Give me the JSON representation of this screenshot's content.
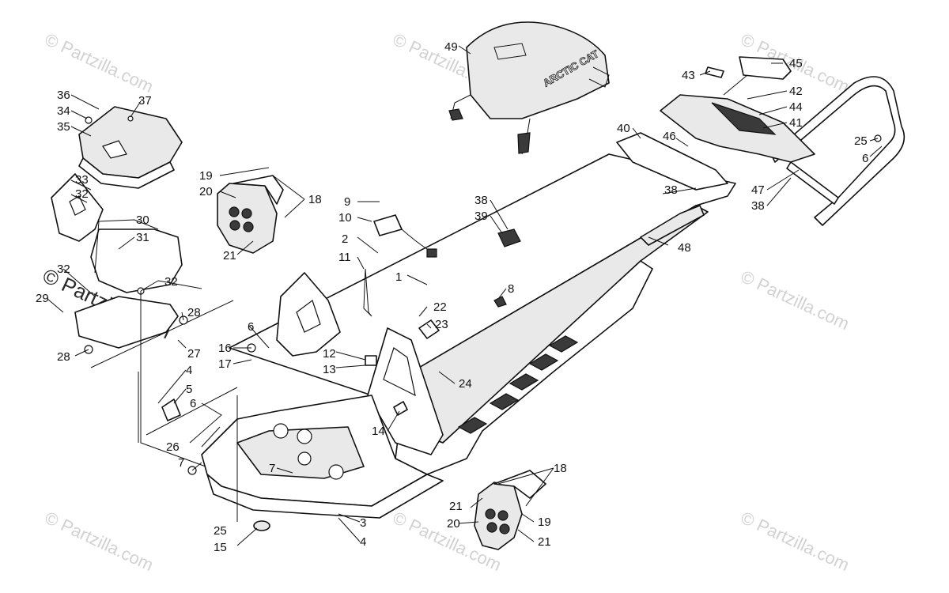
{
  "watermark": {
    "text": "© Partzilla.com",
    "center_text": "© Partzilla.com"
  },
  "seat_logo_text": "ARCTIC CAT",
  "callouts": [
    {
      "id": "c1",
      "label": "1"
    },
    {
      "id": "c2",
      "label": "2"
    },
    {
      "id": "c3",
      "label": "3"
    },
    {
      "id": "c4a",
      "label": "4"
    },
    {
      "id": "c4b",
      "label": "4"
    },
    {
      "id": "c5",
      "label": "5"
    },
    {
      "id": "c6a",
      "label": "6"
    },
    {
      "id": "c6b",
      "label": "6"
    },
    {
      "id": "c6c",
      "label": "6"
    },
    {
      "id": "c7a",
      "label": "7"
    },
    {
      "id": "c7b",
      "label": "7"
    },
    {
      "id": "c8",
      "label": "8"
    },
    {
      "id": "c9",
      "label": "9"
    },
    {
      "id": "c10",
      "label": "10"
    },
    {
      "id": "c11",
      "label": "11"
    },
    {
      "id": "c12",
      "label": "12"
    },
    {
      "id": "c13",
      "label": "13"
    },
    {
      "id": "c14",
      "label": "14"
    },
    {
      "id": "c15",
      "label": "15"
    },
    {
      "id": "c16",
      "label": "16"
    },
    {
      "id": "c17",
      "label": "17"
    },
    {
      "id": "c18a",
      "label": "18"
    },
    {
      "id": "c18b",
      "label": "18"
    },
    {
      "id": "c19a",
      "label": "19"
    },
    {
      "id": "c19b",
      "label": "19"
    },
    {
      "id": "c20a",
      "label": "20"
    },
    {
      "id": "c20b",
      "label": "20"
    },
    {
      "id": "c21a",
      "label": "21"
    },
    {
      "id": "c21b",
      "label": "21"
    },
    {
      "id": "c21c",
      "label": "21"
    },
    {
      "id": "c22",
      "label": "22"
    },
    {
      "id": "c23",
      "label": "23"
    },
    {
      "id": "c24",
      "label": "24"
    },
    {
      "id": "c25a",
      "label": "25"
    },
    {
      "id": "c25b",
      "label": "25"
    },
    {
      "id": "c26",
      "label": "26"
    },
    {
      "id": "c27",
      "label": "27"
    },
    {
      "id": "c28a",
      "label": "28"
    },
    {
      "id": "c28b",
      "label": "28"
    },
    {
      "id": "c29",
      "label": "29"
    },
    {
      "id": "c30",
      "label": "30"
    },
    {
      "id": "c31",
      "label": "31"
    },
    {
      "id": "c32a",
      "label": "32"
    },
    {
      "id": "c32b",
      "label": "32"
    },
    {
      "id": "c32c",
      "label": "32"
    },
    {
      "id": "c33",
      "label": "33"
    },
    {
      "id": "c34",
      "label": "34"
    },
    {
      "id": "c35",
      "label": "35"
    },
    {
      "id": "c36",
      "label": "36"
    },
    {
      "id": "c37",
      "label": "37"
    },
    {
      "id": "c38a",
      "label": "38"
    },
    {
      "id": "c38b",
      "label": "38"
    },
    {
      "id": "c38c",
      "label": "38"
    },
    {
      "id": "c39",
      "label": "39"
    },
    {
      "id": "c40",
      "label": "40"
    },
    {
      "id": "c41",
      "label": "41"
    },
    {
      "id": "c42",
      "label": "42"
    },
    {
      "id": "c43",
      "label": "43"
    },
    {
      "id": "c44",
      "label": "44"
    },
    {
      "id": "c45",
      "label": "45"
    },
    {
      "id": "c46",
      "label": "46"
    },
    {
      "id": "c47",
      "label": "47"
    },
    {
      "id": "c48",
      "label": "48"
    },
    {
      "id": "c49",
      "label": "49"
    }
  ]
}
